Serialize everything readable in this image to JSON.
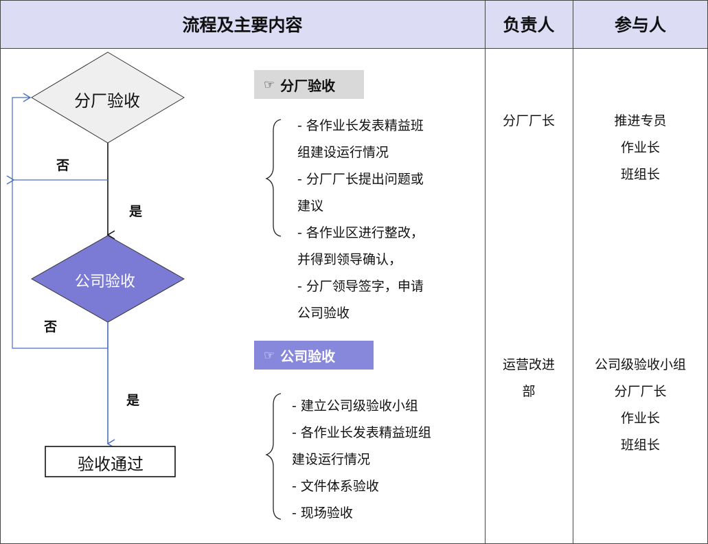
{
  "header": {
    "process_label": "流程及主要内容",
    "owner_label": "负责人",
    "participant_label": "参与人"
  },
  "flow": {
    "start_node": "分厂验收",
    "decision_node": "公司验收",
    "end_node": "验收通过",
    "no_label_1": "否",
    "yes_label_1": "是",
    "no_label_2": "否",
    "yes_label_2": "是"
  },
  "sections": [
    {
      "title": "分厂验收",
      "glyph": "☞",
      "lines": [
        "- 各作业长发表精益班",
        "组建设运行情况",
        "- 分厂厂长提出问题或",
        "建议",
        "- 各作业区进行整改，",
        "并得到领导确认，",
        "- 分厂领导签字，申请",
        "公司验收"
      ],
      "owner": [
        "分厂厂长"
      ],
      "participants": [
        "推进专员",
        "作业长",
        "班组长"
      ]
    },
    {
      "title": "公司验收",
      "glyph": "☞",
      "lines": [
        "- 建立公司级验收小组",
        "- 各作业长发表精益班组",
        "建设运行情况",
        "- 文件体系验收",
        "- 现场验收"
      ],
      "owner": [
        "运营改进",
        "部"
      ],
      "participants": [
        "公司级验收小组",
        "分厂厂长",
        "作业长",
        "班组长"
      ]
    }
  ],
  "colors": {
    "header_bg": "#dcdcf5",
    "start_node_fill": "#efefef",
    "decision_node_fill": "#7b7bd6",
    "tag1_bg": "#d9d9d9",
    "tag2_bg": "#8787dc",
    "blue_line": "#4a6fbf"
  }
}
